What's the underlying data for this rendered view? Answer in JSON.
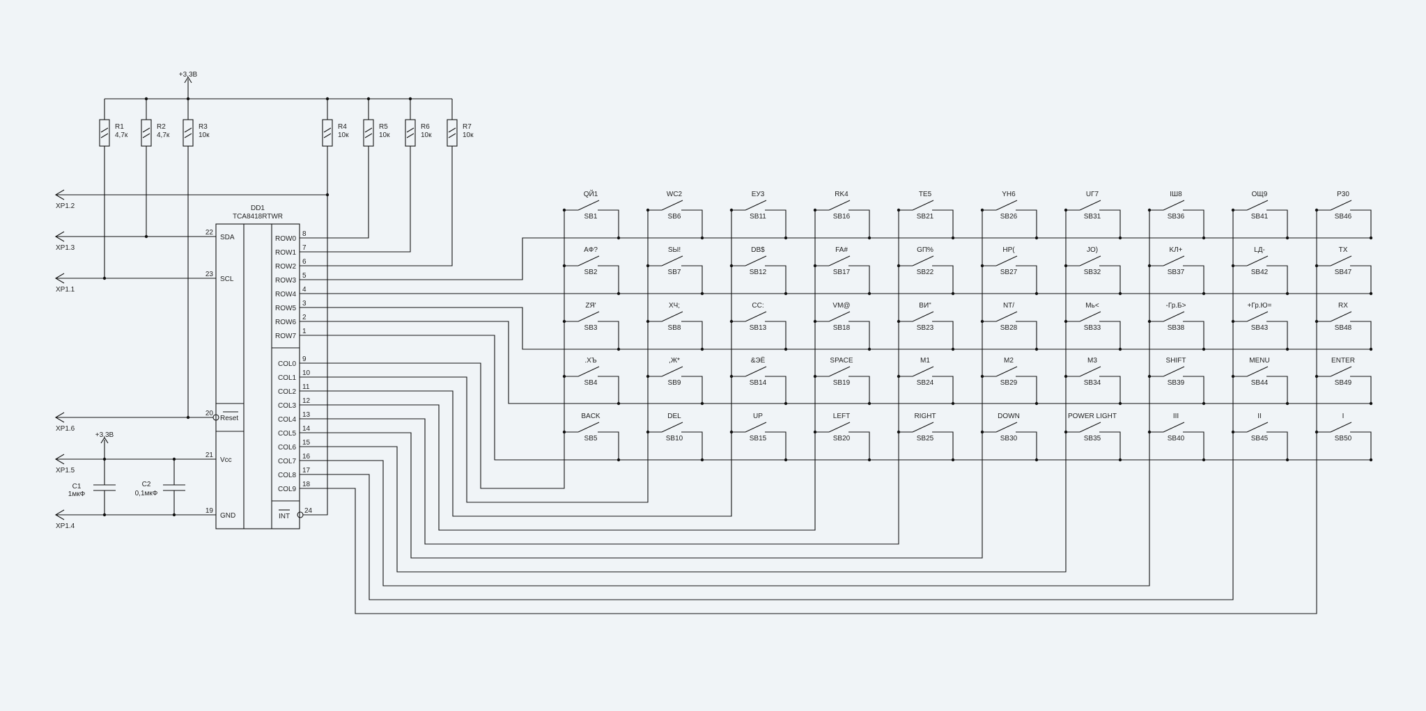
{
  "power": {
    "vcc_top": "+3,3В",
    "vcc_cap": "+3,3В"
  },
  "connectors": [
    {
      "id": "xp12",
      "label": "XP1.2"
    },
    {
      "id": "xp13",
      "label": "XP1.3"
    },
    {
      "id": "xp11",
      "label": "XP1.1"
    },
    {
      "id": "xp16",
      "label": "XP1.6"
    },
    {
      "id": "xp15",
      "label": "XP1.5"
    },
    {
      "id": "xp14",
      "label": "XP1.4"
    }
  ],
  "resistors": [
    {
      "ref": "R1",
      "value": "4,7к"
    },
    {
      "ref": "R2",
      "value": "4,7к"
    },
    {
      "ref": "R3",
      "value": "10к"
    },
    {
      "ref": "R4",
      "value": "10к"
    },
    {
      "ref": "R5",
      "value": "10к"
    },
    {
      "ref": "R6",
      "value": "10к"
    },
    {
      "ref": "R7",
      "value": "10к"
    }
  ],
  "capacitors": [
    {
      "ref": "C1",
      "value": "1мкФ"
    },
    {
      "ref": "C2",
      "value": "0,1мкФ"
    }
  ],
  "ic": {
    "ref": "DD1",
    "part": "TCA8418RTWR",
    "left_pins": [
      {
        "num": "22",
        "name": "SDA"
      },
      {
        "num": "23",
        "name": "SCL"
      },
      {
        "num": "20",
        "name": "Reset"
      },
      {
        "num": "21",
        "name": "Vcc"
      },
      {
        "num": "19",
        "name": "GND"
      }
    ],
    "rows": [
      {
        "num": "8",
        "name": "ROW0"
      },
      {
        "num": "7",
        "name": "ROW1"
      },
      {
        "num": "6",
        "name": "ROW2"
      },
      {
        "num": "5",
        "name": "ROW3"
      },
      {
        "num": "4",
        "name": "ROW4"
      },
      {
        "num": "3",
        "name": "ROW5"
      },
      {
        "num": "2",
        "name": "ROW6"
      },
      {
        "num": "1",
        "name": "ROW7"
      }
    ],
    "cols": [
      {
        "num": "9",
        "name": "COL0"
      },
      {
        "num": "10",
        "name": "COL1"
      },
      {
        "num": "11",
        "name": "COL2"
      },
      {
        "num": "12",
        "name": "COL3"
      },
      {
        "num": "13",
        "name": "COL4"
      },
      {
        "num": "14",
        "name": "COL5"
      },
      {
        "num": "15",
        "name": "COL6"
      },
      {
        "num": "16",
        "name": "COL7"
      },
      {
        "num": "17",
        "name": "COL8"
      },
      {
        "num": "18",
        "name": "COL9"
      }
    ],
    "int_pin": {
      "num": "24",
      "name": "INT"
    }
  },
  "keys": [
    [
      {
        "ref": "SB1",
        "label": "QЙ1"
      },
      {
        "ref": "SB6",
        "label": "WC2"
      },
      {
        "ref": "SB11",
        "label": "EУ3"
      },
      {
        "ref": "SB16",
        "label": "RK4"
      },
      {
        "ref": "SB21",
        "label": "TE5"
      },
      {
        "ref": "SB26",
        "label": "YH6"
      },
      {
        "ref": "SB31",
        "label": "UГ7"
      },
      {
        "ref": "SB36",
        "label": "IШ8"
      },
      {
        "ref": "SB41",
        "label": "OЩ9"
      },
      {
        "ref": "SB46",
        "label": "P30"
      }
    ],
    [
      {
        "ref": "SB2",
        "label": "AФ?"
      },
      {
        "ref": "SB7",
        "label": "SЫ!"
      },
      {
        "ref": "SB12",
        "label": "DB$"
      },
      {
        "ref": "SB17",
        "label": "FA#"
      },
      {
        "ref": "SB22",
        "label": "GП%"
      },
      {
        "ref": "SB27",
        "label": "HP("
      },
      {
        "ref": "SB32",
        "label": "JO)"
      },
      {
        "ref": "SB37",
        "label": "KЛ+"
      },
      {
        "ref": "SB42",
        "label": "LД-"
      },
      {
        "ref": "SB47",
        "label": "TX"
      }
    ],
    [
      {
        "ref": "SB3",
        "label": "ZЯ'"
      },
      {
        "ref": "SB8",
        "label": "XЧ;"
      },
      {
        "ref": "SB13",
        "label": "CC:"
      },
      {
        "ref": "SB18",
        "label": "VM@"
      },
      {
        "ref": "SB23",
        "label": "BИ\""
      },
      {
        "ref": "SB28",
        "label": "NT/"
      },
      {
        "ref": "SB33",
        "label": "Mь<"
      },
      {
        "ref": "SB38",
        "label": "-Гр.Б>"
      },
      {
        "ref": "SB43",
        "label": "+Гр.Ю="
      },
      {
        "ref": "SB48",
        "label": "RX"
      }
    ],
    [
      {
        "ref": "SB4",
        "label": ".XЪ"
      },
      {
        "ref": "SB9",
        "label": ",Ж*"
      },
      {
        "ref": "SB14",
        "label": "&ЭЁ"
      },
      {
        "ref": "SB19",
        "label": "SPACE"
      },
      {
        "ref": "SB24",
        "label": "M1"
      },
      {
        "ref": "SB29",
        "label": "M2"
      },
      {
        "ref": "SB34",
        "label": "M3"
      },
      {
        "ref": "SB39",
        "label": "SHIFT"
      },
      {
        "ref": "SB44",
        "label": "MENU"
      },
      {
        "ref": "SB49",
        "label": "ENTER"
      }
    ],
    [
      {
        "ref": "SB5",
        "label": "BACK"
      },
      {
        "ref": "SB10",
        "label": "DEL"
      },
      {
        "ref": "SB15",
        "label": "UP"
      },
      {
        "ref": "SB20",
        "label": "LEFT"
      },
      {
        "ref": "SB25",
        "label": "RIGHT"
      },
      {
        "ref": "SB30",
        "label": "DOWN"
      },
      {
        "ref": "SB35",
        "label": "POWER LIGHT"
      },
      {
        "ref": "SB40",
        "label": "III"
      },
      {
        "ref": "SB45",
        "label": "II"
      },
      {
        "ref": "SB50",
        "label": "I"
      }
    ]
  ]
}
